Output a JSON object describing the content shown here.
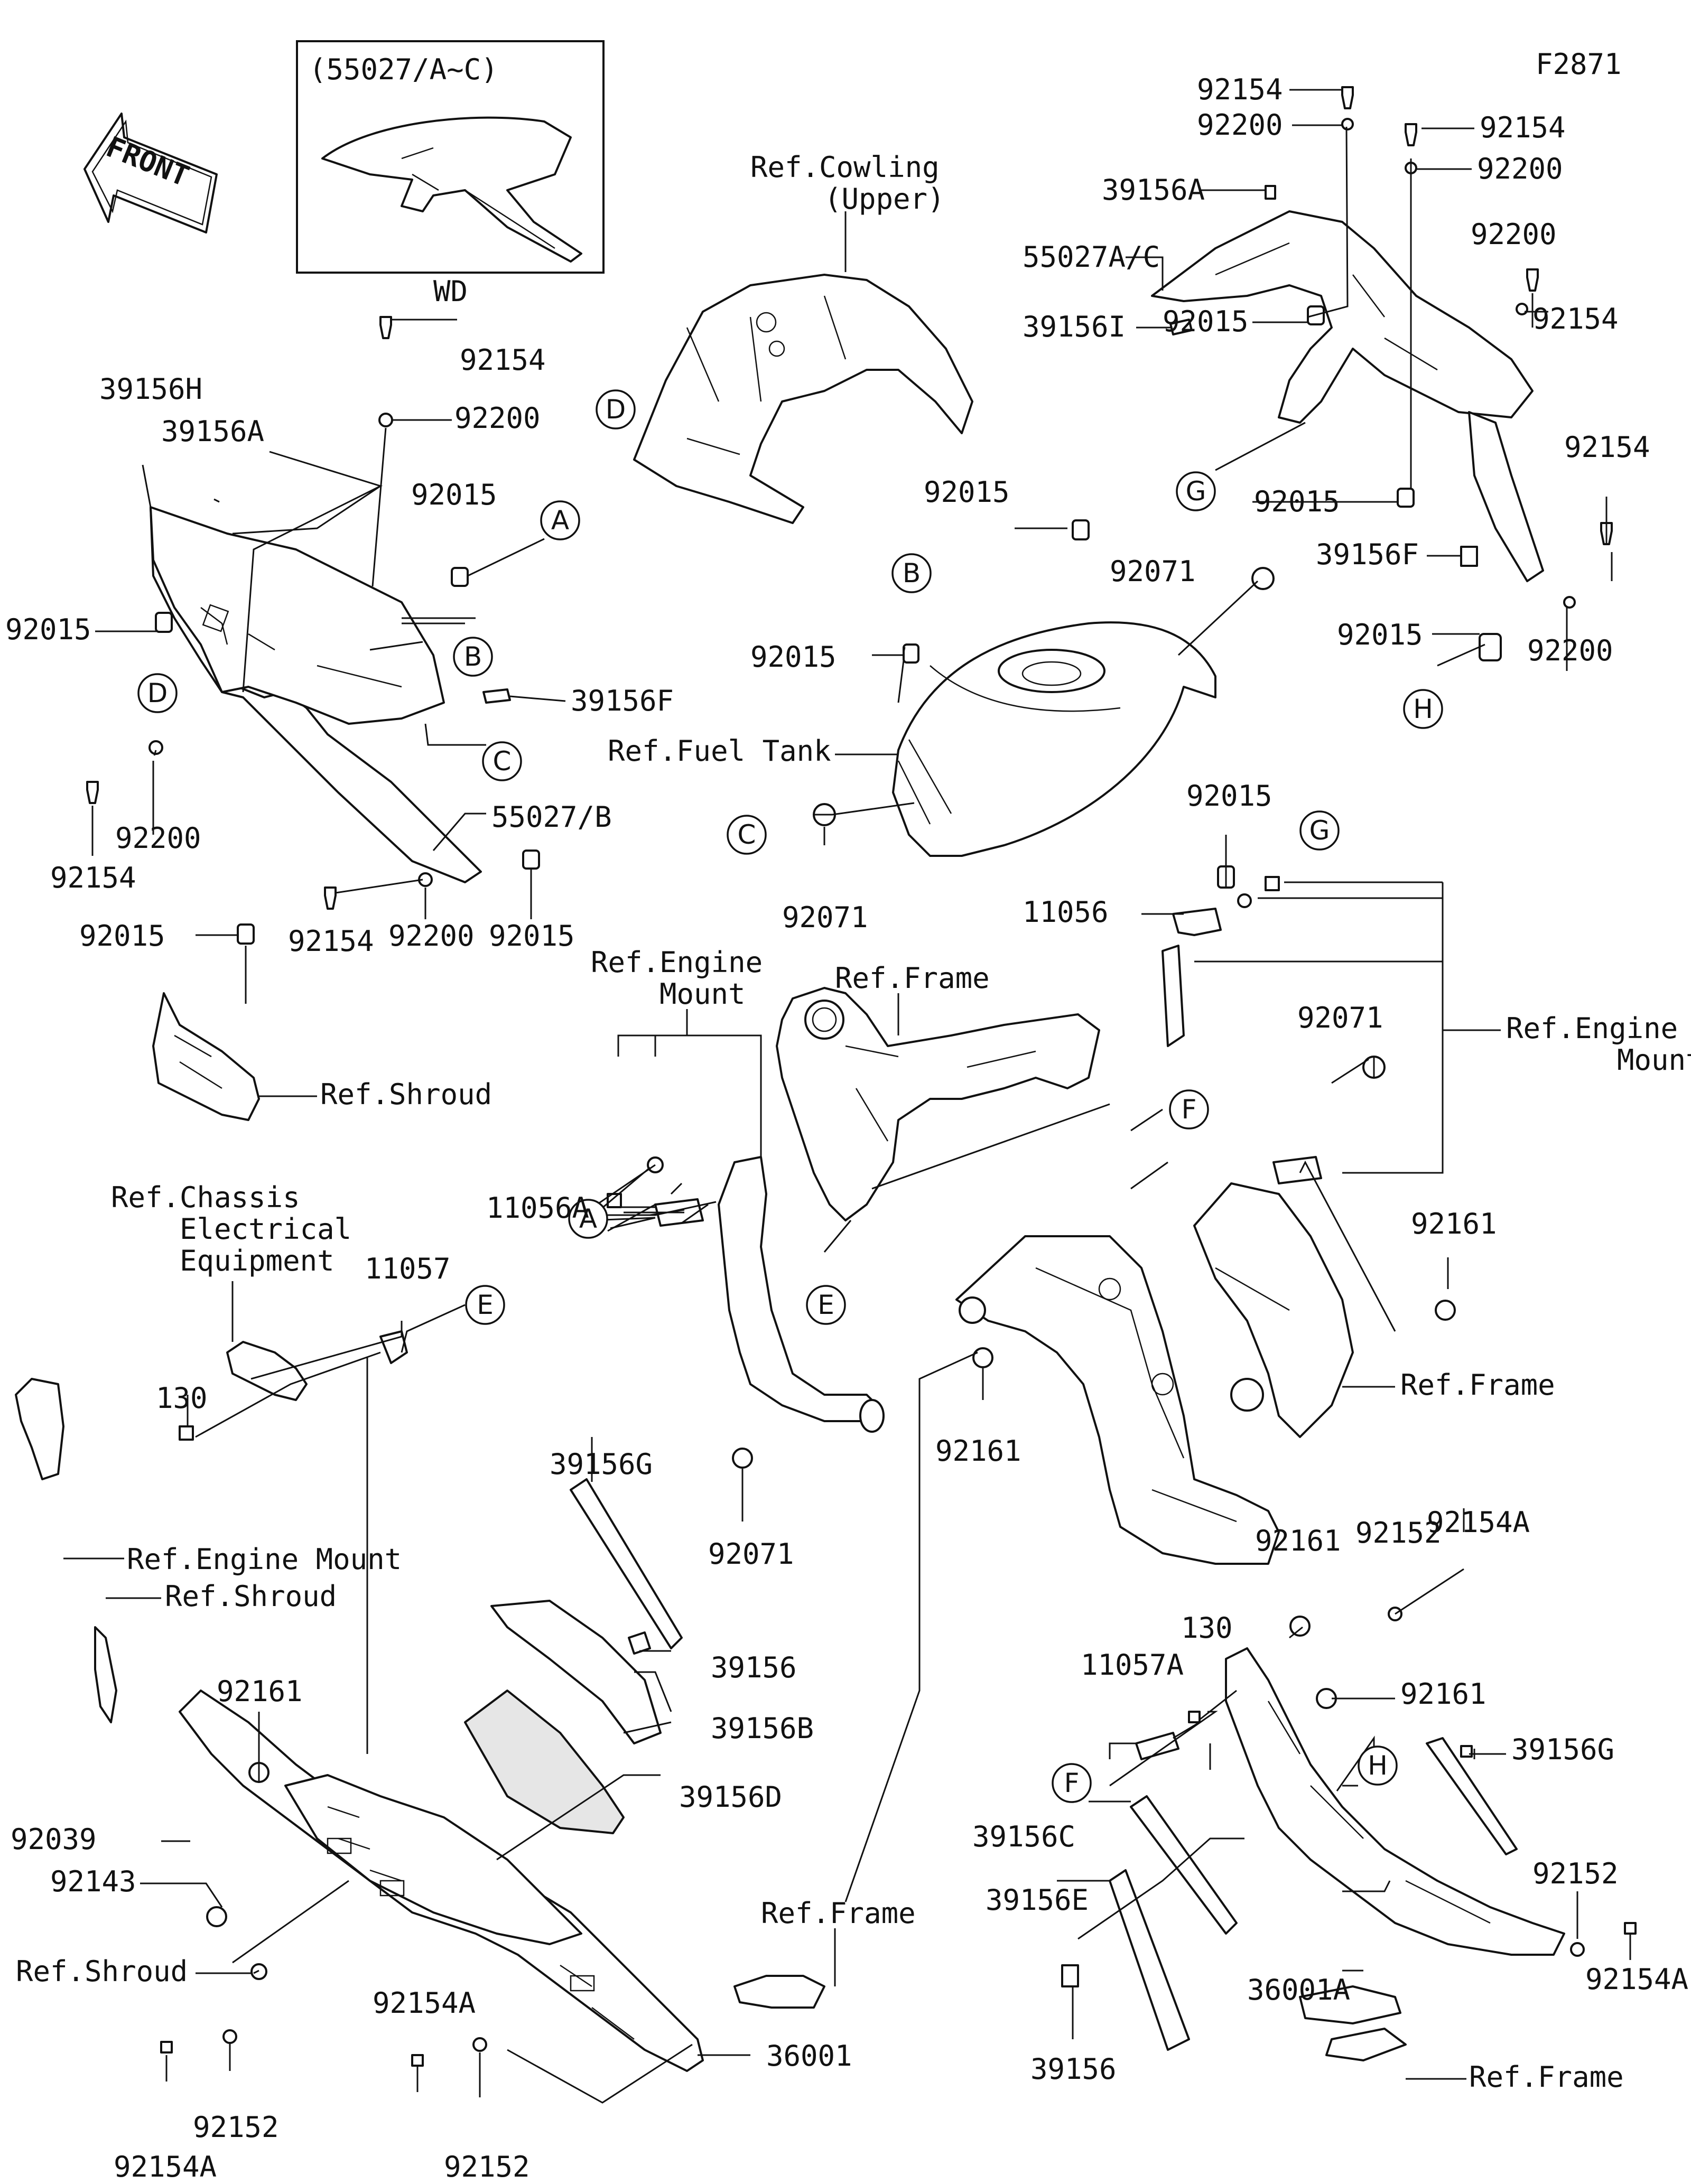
{
  "figure_code": "F2871",
  "inset": {
    "title": "(55027/A~C)",
    "caption": "WD"
  },
  "front_arrow": "FRONT",
  "refs": {
    "cowling_upper_1": "Ref.Cowling",
    "cowling_upper_2": "(Upper)",
    "fuel_tank": "Ref.Fuel Tank",
    "frame_top": "Ref.Frame",
    "engine_mount_center_1": "Ref.Engine",
    "engine_mount_center_2": "Mount",
    "engine_mount_right_1": "Ref.Engine",
    "engine_mount_right_2": "Mount",
    "shroud_top": "Ref.Shroud",
    "chassis_1": "Ref.Chassis",
    "chassis_2": "Electrical",
    "chassis_3": "Equipment",
    "frame_right": "Ref.Frame",
    "engine_mount_left": "Ref.Engine Mount",
    "shroud_mid": "Ref.Shroud",
    "shroud_low": "Ref.Shroud",
    "frame_bottom_center": "Ref.Frame",
    "frame_bottom_right": "Ref.Frame"
  },
  "circle_markers": [
    "A",
    "B",
    "C",
    "D",
    "E",
    "F",
    "G",
    "H"
  ],
  "parts": {
    "p_92154_ul": "92154",
    "p_92200_ul": "92200",
    "p_39156H": "39156H",
    "p_39156A_l": "39156A",
    "p_92015_l1": "92015",
    "p_92015_l2": "92015",
    "p_39156F_l": "39156F",
    "p_55027B": "55027/B",
    "p_92200_l2": "92200",
    "p_92154_l2": "92154",
    "p_92015_l3": "92015",
    "p_92154_l3": "92154",
    "p_92200_l3": "92200",
    "p_92015_l4": "92015",
    "p_92154_tr1": "92154",
    "p_92200_tr1": "92200",
    "p_92154_tr2": "92154",
    "p_92200_tr2": "92200",
    "p_39156A_r": "39156A",
    "p_55027AC": "55027A/C",
    "p_39156I": "39156I",
    "p_92015_r1": "92015",
    "p_92200_r3": "92200",
    "p_92154_r3": "92154",
    "p_92154_r4": "92154",
    "p_92015_r2": "92015",
    "p_39156F_r": "39156F",
    "p_92200_r4": "92200",
    "p_92015_r3": "92015",
    "p_92015_c1": "92015",
    "p_92071_c1": "92071",
    "p_92015_c2": "92015",
    "p_92071_c2": "92071",
    "p_92015_c3": "92015",
    "p_11056": "11056",
    "p_92071_c3": "92071",
    "p_11056A": "11056A",
    "p_92161_r1": "92161",
    "p_11057": "11057",
    "p_130_l": "130",
    "p_92161_c": "92161",
    "p_39156G_l": "39156G",
    "p_92071_c4": "92071",
    "p_39156_l": "39156",
    "p_39156B": "39156B",
    "p_39156D": "39156D",
    "p_92161_l": "92161",
    "p_92039": "92039",
    "p_92143": "92143",
    "p_36001": "36001",
    "p_92154A_l1": "92154A",
    "p_92152_l1": "92152",
    "p_92154A_l2": "92154A",
    "p_92152_l2": "92152",
    "p_92154A_r1": "92154A",
    "p_92152_r1": "92152",
    "p_92161_r2": "92161",
    "p_130_r": "130",
    "p_92161_r3": "92161",
    "p_11057A": "11057A",
    "p_39156G_r": "39156G",
    "p_39156C": "39156C",
    "p_39156E": "39156E",
    "p_92152_r2": "92152",
    "p_36001A": "36001A",
    "p_92154A_r2": "92154A",
    "p_39156_r": "39156"
  }
}
